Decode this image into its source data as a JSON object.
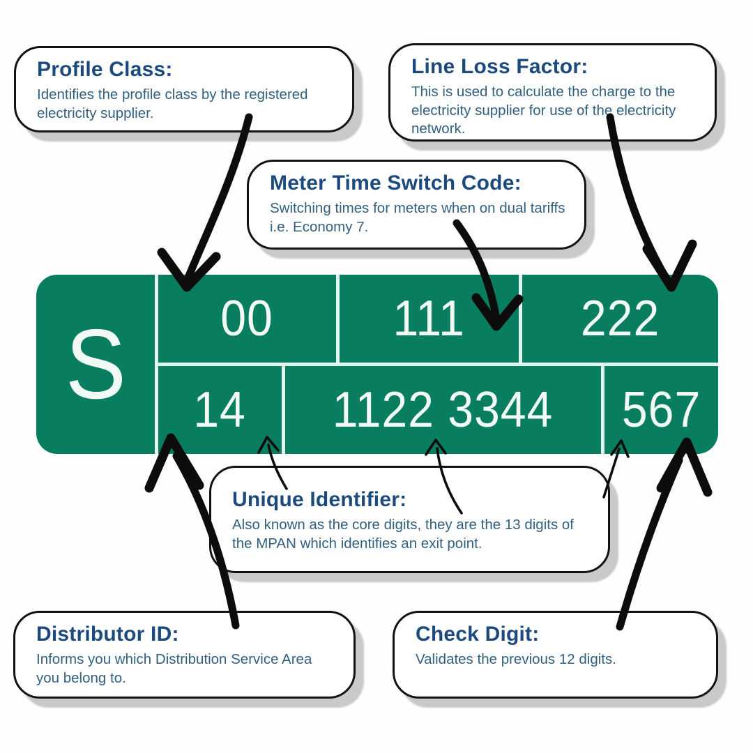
{
  "palette": {
    "green": "#087D5F",
    "divider": "#DFF5EE",
    "navy": "#1C4A7E",
    "bodytext": "#31607F",
    "ink": "#121212",
    "shadow": "#C9C9C9",
    "celltext": "#F2FAF6",
    "arrow_black": "#0C0C0C"
  },
  "callouts": {
    "profile_class": {
      "title": "Profile Class:",
      "body": "Identifies the profile class by the registered electricity supplier."
    },
    "line_loss_factor": {
      "title": "Line Loss Factor:",
      "body": "This is used to calculate the charge to the electricity supplier for use of the electricity network."
    },
    "meter_time_switch_code": {
      "title": "Meter Time Switch Code:",
      "body": "Switching times for meters when on dual tariffs i.e. Economy 7."
    },
    "unique_identifier": {
      "title": "Unique Identifier:",
      "body": "Also known as the core digits, they are the 13 digits of the MPAN which identifies an exit point."
    },
    "distributor_id": {
      "title": "Distributor ID:",
      "body": "Informs you which Distribution Service Area you belong to."
    },
    "check_digit": {
      "title": "Check Digit:",
      "body": "Validates the previous 12 digits."
    }
  },
  "mpan": {
    "supplier_marker": "S",
    "profile_class": "00",
    "meter_time_switch_code": "111",
    "line_loss_factor": "222",
    "distributor_id": "14",
    "unique_identifier": "1122 3344",
    "check_digit": "567"
  },
  "icons": [
    "profile-class-arrow-icon",
    "meter-time-switch-arrow-icon",
    "line-loss-arrow-icon",
    "distributor-arrow-icon",
    "check-digit-arrow-icon",
    "unique-id-arrow-to-14-icon",
    "unique-id-arrow-to-core-icon",
    "unique-id-arrow-to-567-icon"
  ]
}
